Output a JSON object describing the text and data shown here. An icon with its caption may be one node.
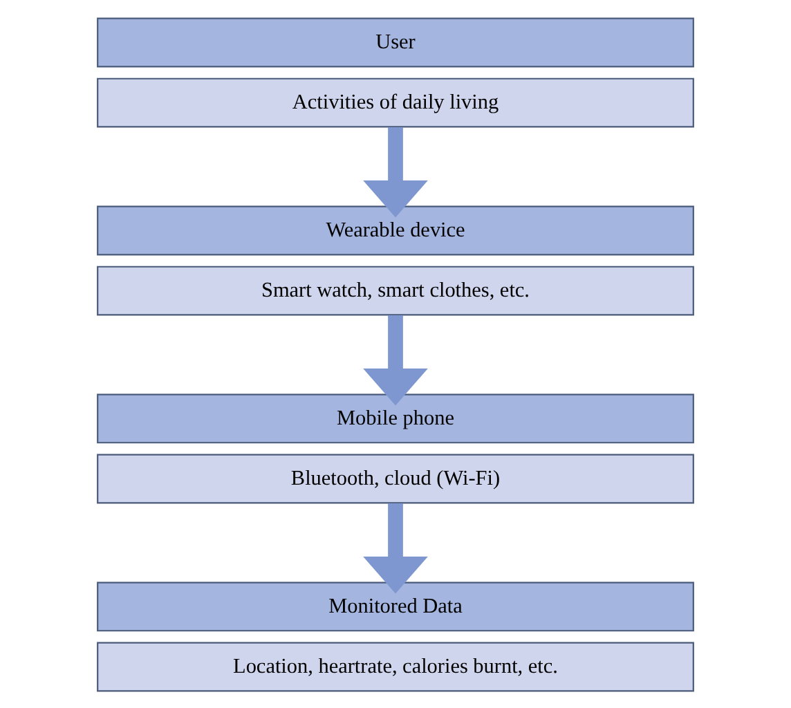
{
  "diagram": {
    "nodes": [
      {
        "text": [
          "User"
        ]
      },
      {
        "text": [
          "Activities of daily living"
        ]
      },
      {
        "text": [
          "Wearable device"
        ]
      },
      {
        "text": [
          "Smart watch, smart clothes, etc."
        ]
      },
      {
        "text": [
          "Mobile phone"
        ]
      },
      {
        "text": [
          "Bluetooth, cloud (Wi-Fi)"
        ]
      },
      {
        "text": [
          "Monitored Data"
        ]
      },
      {
        "text": [
          "Location, heartrate, calories burnt, etc."
        ]
      }
    ],
    "edges": [
      {
        "from": 1,
        "to": 2,
        "arrow": "to"
      },
      {
        "from": 3,
        "to": 4,
        "arrow": "to"
      },
      {
        "from": 5,
        "to": 6,
        "arrow": "to"
      }
    ]
  }
}
